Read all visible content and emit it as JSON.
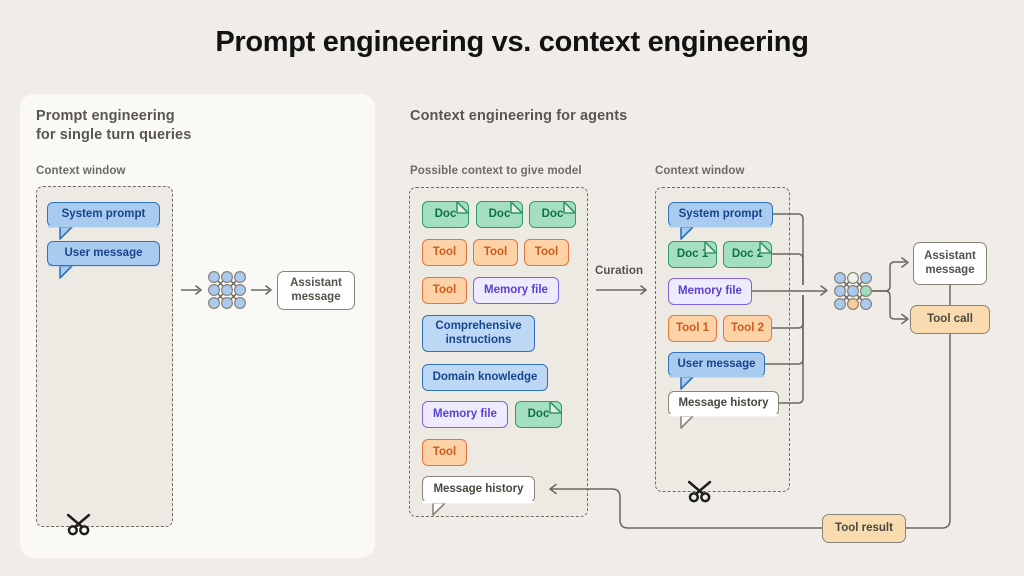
{
  "title": "Prompt engineering vs. context engineering",
  "left_panel": {
    "heading_line1": "Prompt engineering",
    "heading_line2": "for single turn queries",
    "context_window_label": "Context window",
    "chips": [
      {
        "label": "System prompt",
        "type": "bubble-blue"
      },
      {
        "label": "User message",
        "type": "bubble-blue"
      }
    ],
    "model_icon": "model-grid-icon",
    "scissors_icon": "scissors-icon",
    "output": "Assistant\nmessage"
  },
  "right_panel": {
    "heading": "Context engineering for agents",
    "possible_context_label": "Possible context to give model",
    "context_window_label": "Context window",
    "curation_label": "Curation",
    "possible_context_chips": [
      {
        "label": "Doc",
        "type": "doc-green"
      },
      {
        "label": "Doc",
        "type": "doc-green"
      },
      {
        "label": "Doc",
        "type": "doc-green"
      },
      {
        "label": "Tool",
        "type": "tool-orange"
      },
      {
        "label": "Tool",
        "type": "tool-orange"
      },
      {
        "label": "Tool",
        "type": "tool-orange"
      },
      {
        "label": "Tool",
        "type": "tool-orange"
      },
      {
        "label": "Memory file",
        "type": "memory-purple"
      },
      {
        "label": "Comprehensive\ninstructions",
        "type": "block-blue"
      },
      {
        "label": "Domain knowledge",
        "type": "block-blue"
      },
      {
        "label": "Memory file",
        "type": "memory-purple"
      },
      {
        "label": "Doc",
        "type": "doc-green"
      },
      {
        "label": "Tool",
        "type": "tool-orange"
      },
      {
        "label": "Message history",
        "type": "bubble-white"
      }
    ],
    "context_window_chips": [
      {
        "label": "System prompt",
        "type": "bubble-blue"
      },
      {
        "label": "Doc 1",
        "type": "doc-green"
      },
      {
        "label": "Doc 2",
        "type": "doc-green"
      },
      {
        "label": "Memory file",
        "type": "memory-purple"
      },
      {
        "label": "Tool 1",
        "type": "tool-orange"
      },
      {
        "label": "Tool 2",
        "type": "tool-orange"
      },
      {
        "label": "User message",
        "type": "bubble-blue"
      },
      {
        "label": "Message history",
        "type": "bubble-white"
      }
    ],
    "model_icon": "model-grid-icon",
    "scissors_icon": "scissors-icon",
    "outputs": [
      {
        "label": "Assistant\nmessage",
        "type": "box-white"
      },
      {
        "label": "Tool call",
        "type": "box-tan"
      },
      {
        "label": "Tool result",
        "type": "box-tan"
      }
    ]
  },
  "colors": {
    "background": "#f0ede8",
    "panel": "#faf9f5",
    "dashed_fill": "#edeae4",
    "blue_fill": "#a9cbef",
    "blue_border": "#3272b8",
    "green_fill": "#a4e0bf",
    "green_border": "#2e9c6c",
    "orange_fill": "#fcd2a6",
    "orange_border": "#e8743c",
    "purple_fill": "#efebff",
    "purple_border": "#7f63e2",
    "tan_fill": "#f8dcaf",
    "gray_border": "#8a837a",
    "line": "#6b6862"
  }
}
